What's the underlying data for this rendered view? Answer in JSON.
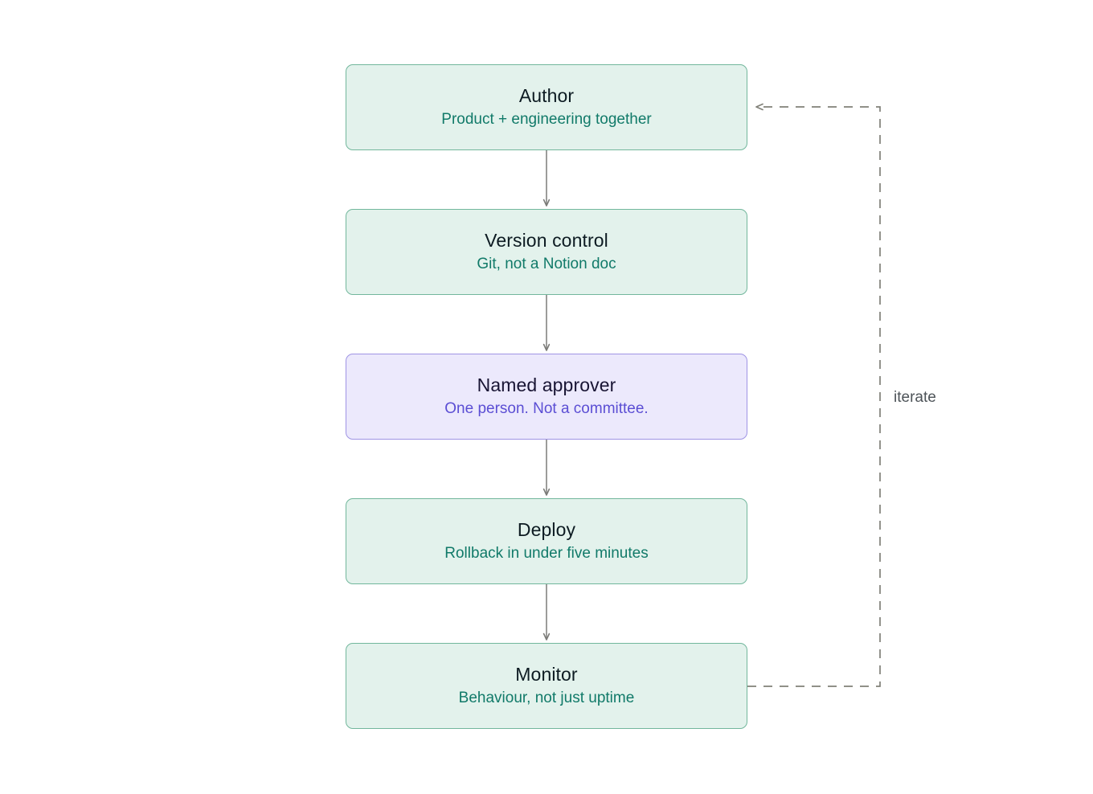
{
  "diagram": {
    "type": "flowchart",
    "orientation": "top-to-bottom",
    "background_color": "#ffffff",
    "nodes": [
      {
        "id": "author",
        "title": "Author",
        "subtitle": "Product + engineering together",
        "style": "green",
        "fill_color": "#e3f2ec",
        "border_color": "#72b79c",
        "title_color": "#0d1b22",
        "subtitle_color": "#117a69"
      },
      {
        "id": "version-control",
        "title": "Version control",
        "subtitle": "Git, not a Notion doc",
        "style": "green",
        "fill_color": "#e3f2ec",
        "border_color": "#72b79c",
        "title_color": "#0d1b22",
        "subtitle_color": "#117a69"
      },
      {
        "id": "named-approver",
        "title": "Named approver",
        "subtitle": "One person. Not a committee.",
        "style": "purple",
        "fill_color": "#ece9fc",
        "border_color": "#9f94e4",
        "title_color": "#181433",
        "subtitle_color": "#5b4ed4"
      },
      {
        "id": "deploy",
        "title": "Deploy",
        "subtitle": "Rollback in under five minutes",
        "style": "green",
        "fill_color": "#e3f2ec",
        "border_color": "#72b79c",
        "title_color": "#0d1b22",
        "subtitle_color": "#117a69"
      },
      {
        "id": "monitor",
        "title": "Monitor",
        "subtitle": "Behaviour, not just uptime",
        "style": "green",
        "fill_color": "#e3f2ec",
        "border_color": "#72b79c",
        "title_color": "#0d1b22",
        "subtitle_color": "#117a69"
      }
    ],
    "edges": [
      {
        "id": "author-to-version-control",
        "from": "author",
        "to": "version-control",
        "label": "",
        "line": "solid",
        "color": "#7b7b78"
      },
      {
        "id": "version-control-to-named-approver",
        "from": "version-control",
        "to": "named-approver",
        "label": "",
        "line": "solid",
        "color": "#7b7b78"
      },
      {
        "id": "named-approver-to-deploy",
        "from": "named-approver",
        "to": "deploy",
        "label": "",
        "line": "solid",
        "color": "#7b7b78"
      },
      {
        "id": "deploy-to-monitor",
        "from": "deploy",
        "to": "monitor",
        "label": "",
        "line": "solid",
        "color": "#7b7b78"
      },
      {
        "id": "monitor-to-author",
        "from": "monitor",
        "to": "author",
        "label": "iterate",
        "line": "dashed",
        "color": "#808078"
      }
    ]
  }
}
